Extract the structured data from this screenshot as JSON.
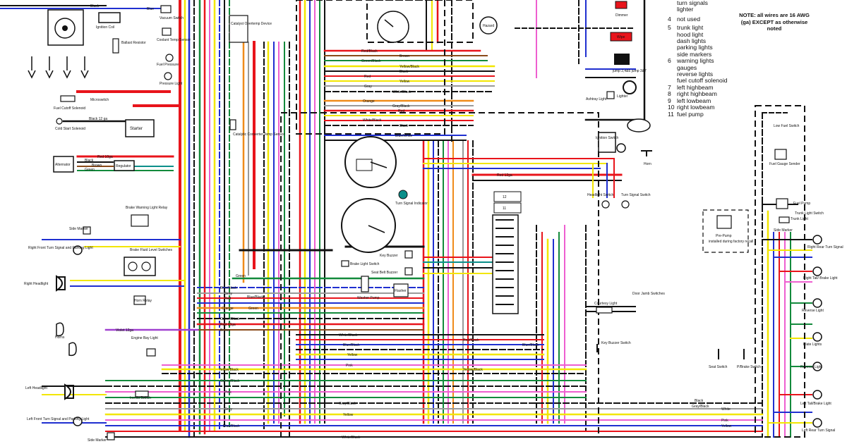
{
  "legend": {
    "continued_top": [
      "turn signals",
      "lighter"
    ],
    "items": [
      {
        "num": "4",
        "lines": [
          "not used"
        ]
      },
      {
        "num": "5",
        "lines": [
          "trunk light",
          "hood light",
          "dash lights",
          "parking lights",
          "side markers"
        ]
      },
      {
        "num": "6",
        "lines": [
          "warning lights",
          "gauges",
          "reverse lights",
          "fuel cutoff solenoid"
        ]
      },
      {
        "num": "7",
        "lines": [
          "left highbeam"
        ]
      },
      {
        "num": "8",
        "lines": [
          "right highbeam"
        ]
      },
      {
        "num": "9",
        "lines": [
          "left lowbeam"
        ]
      },
      {
        "num": "10",
        "lines": [
          "right lowbeam"
        ]
      },
      {
        "num": "11",
        "lines": [
          "fuel pump"
        ]
      }
    ]
  },
  "note": [
    "NOTE: all wires are 16 AWG",
    "(ga) EXCEPT as otherwise",
    "noted"
  ],
  "components": {
    "ignition_coil": "Ignition Coil",
    "ballast_resistor": "Ballast Resistor",
    "vacuum_switch": "Vacuum Switch",
    "coolant_temp_sensor": "Coolant Temp Sensor",
    "fuel_pressure": "Fuel Pressure",
    "pressure_light": "Pressure Light",
    "catalyst_overtemp": "Catalyst Overtemp Device",
    "catalytic_converter_temp_sensor": "Catalytic Converter Temp Sensor",
    "fuel_cutoff_solenoid": "Fuel Cutoff Solenoid",
    "microswitch": "Microswitch",
    "cold_start_solenoid": "Cold Start Solenoid",
    "starter": "Starter",
    "alternator": "Alternator",
    "regulator": "Regulator",
    "brake_warning_relay": "Brake Warning Light Relay",
    "brake_fluid_switches": "Brake Fluid Level Switches",
    "side_marker": "Side Marker",
    "right_front_turn": "Right Front Turn Signal and Parking Light",
    "right_headlight": "Right Headlight",
    "horn_relay": "Horn Relay",
    "horns": "Horns",
    "engine_bay_light": "Engine Bay Light",
    "left_headlight": "Left Headlight",
    "left_front_turn": "Left Front Turn Signal and Parking Light",
    "inertia_switch": "Inertia Switch",
    "dimmer": "Dimmer",
    "wipe": "Wipe",
    "jump_note": "jump 2,4&6 jump 3&7",
    "ashtray_light": "Ashtray Light",
    "lighter": "Lighter",
    "ignition_switch": "Ignition Switch",
    "horn": "Horn",
    "headlight_switch": "Headlight Switch",
    "turn_signal_switch": "Turn Signal Switch",
    "turn_signal_indicator": "Turn Signal Indicator",
    "key_buzzer": "Key Buzzer",
    "brake_light_switch": "Brake Light Switch",
    "seat_belt_buzzer": "Seat Belt Buzzer",
    "flasher": "Flasher",
    "washer_pump": "Washer Pump",
    "courtesy_light": "Courtesy Light",
    "door_jamb_switches": "Door Jamb Switches",
    "key_buzzer_switch": "Key Buzzer Switch",
    "low_fuel_switch": "Low Fuel Switch",
    "fuel_gauge_sender": "Fuel Gauge Sender",
    "fuel_pump": "Fuel Pump",
    "trunk_light": "Trunk Light",
    "trunk_light_switch": "Trunk Light Switch",
    "pre_pump": "Pre-Pump",
    "pre_pump_note": "installed during factory recall",
    "right_rear_turn": "Right Rear Turn Signal",
    "right_tail_brake": "Right Tail/ Brake Light",
    "reverse_light": "Reverse Light",
    "plate_lights": "Plate Lights",
    "seat_switch": "Seat Switch",
    "p_brake_switch": "P/Brake Switch",
    "left_tail_brake": "Left Tail/Brake Light",
    "left_rear_turn": "Left Rear Turn Signal",
    "hazard": "Hazard"
  },
  "wire_labels": {
    "black": "Black",
    "blue": "Blue",
    "black_12ga": "Black 12 ga",
    "red_10ga": "Red 10ga",
    "red_12ga": "Red 12ga",
    "brown": "Brown",
    "green": "Green",
    "gray": "Gray",
    "yellow": "Yellow",
    "orange": "Orange",
    "pink": "Pink",
    "red_black": "Red/Black",
    "green_black": "Green/Black",
    "yellow_black": "Yellow/Black",
    "white_black": "White/Black",
    "blue_white": "Blue/White",
    "blue_black": "Blue/Black",
    "gray_black": "Gray/Black",
    "violet_12ga": "Violet 12ga",
    "white": "White",
    "red": "Red",
    "gray_black2": "Gray/Black"
  },
  "fuse_labels": [
    "12",
    "11"
  ],
  "colors": {
    "red": "#e8141b",
    "black": "#111111",
    "blue": "#1f2fd0",
    "yellow": "#f2e600",
    "green": "#138a3c",
    "teal": "#0b8f8a",
    "pink": "#ee5fd0",
    "orange": "#f08c1a",
    "brown": "#8a4a1a",
    "gray": "#9a9a9a",
    "violet": "#a040d0"
  }
}
